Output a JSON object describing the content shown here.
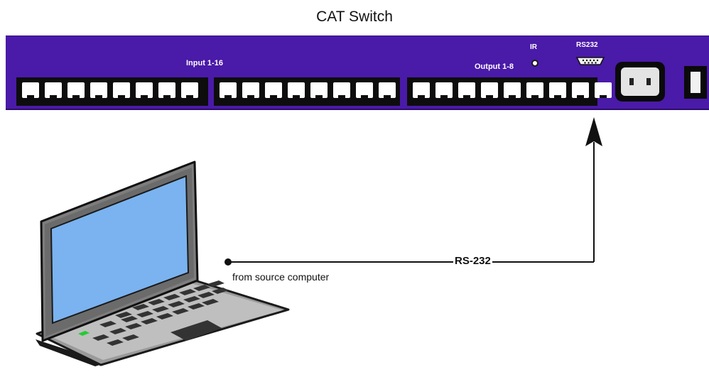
{
  "title": "CAT Switch",
  "panel": {
    "input_label": "Input 1-16",
    "output_label": "Output 1-8",
    "ir_label": "IR",
    "rs232_port_label": "RS232",
    "colors": {
      "panel": "#4a1aa8",
      "port_block": "#0d0d0d",
      "port": "#ffffff"
    },
    "input_port_count": 16,
    "output_port_count": 8
  },
  "connection": {
    "label": "RS-232",
    "source_label": "from source computer"
  },
  "laptop": {
    "screen_color": "#7ab3f0",
    "led_color": "#22cc33",
    "icon": "laptop-icon"
  }
}
